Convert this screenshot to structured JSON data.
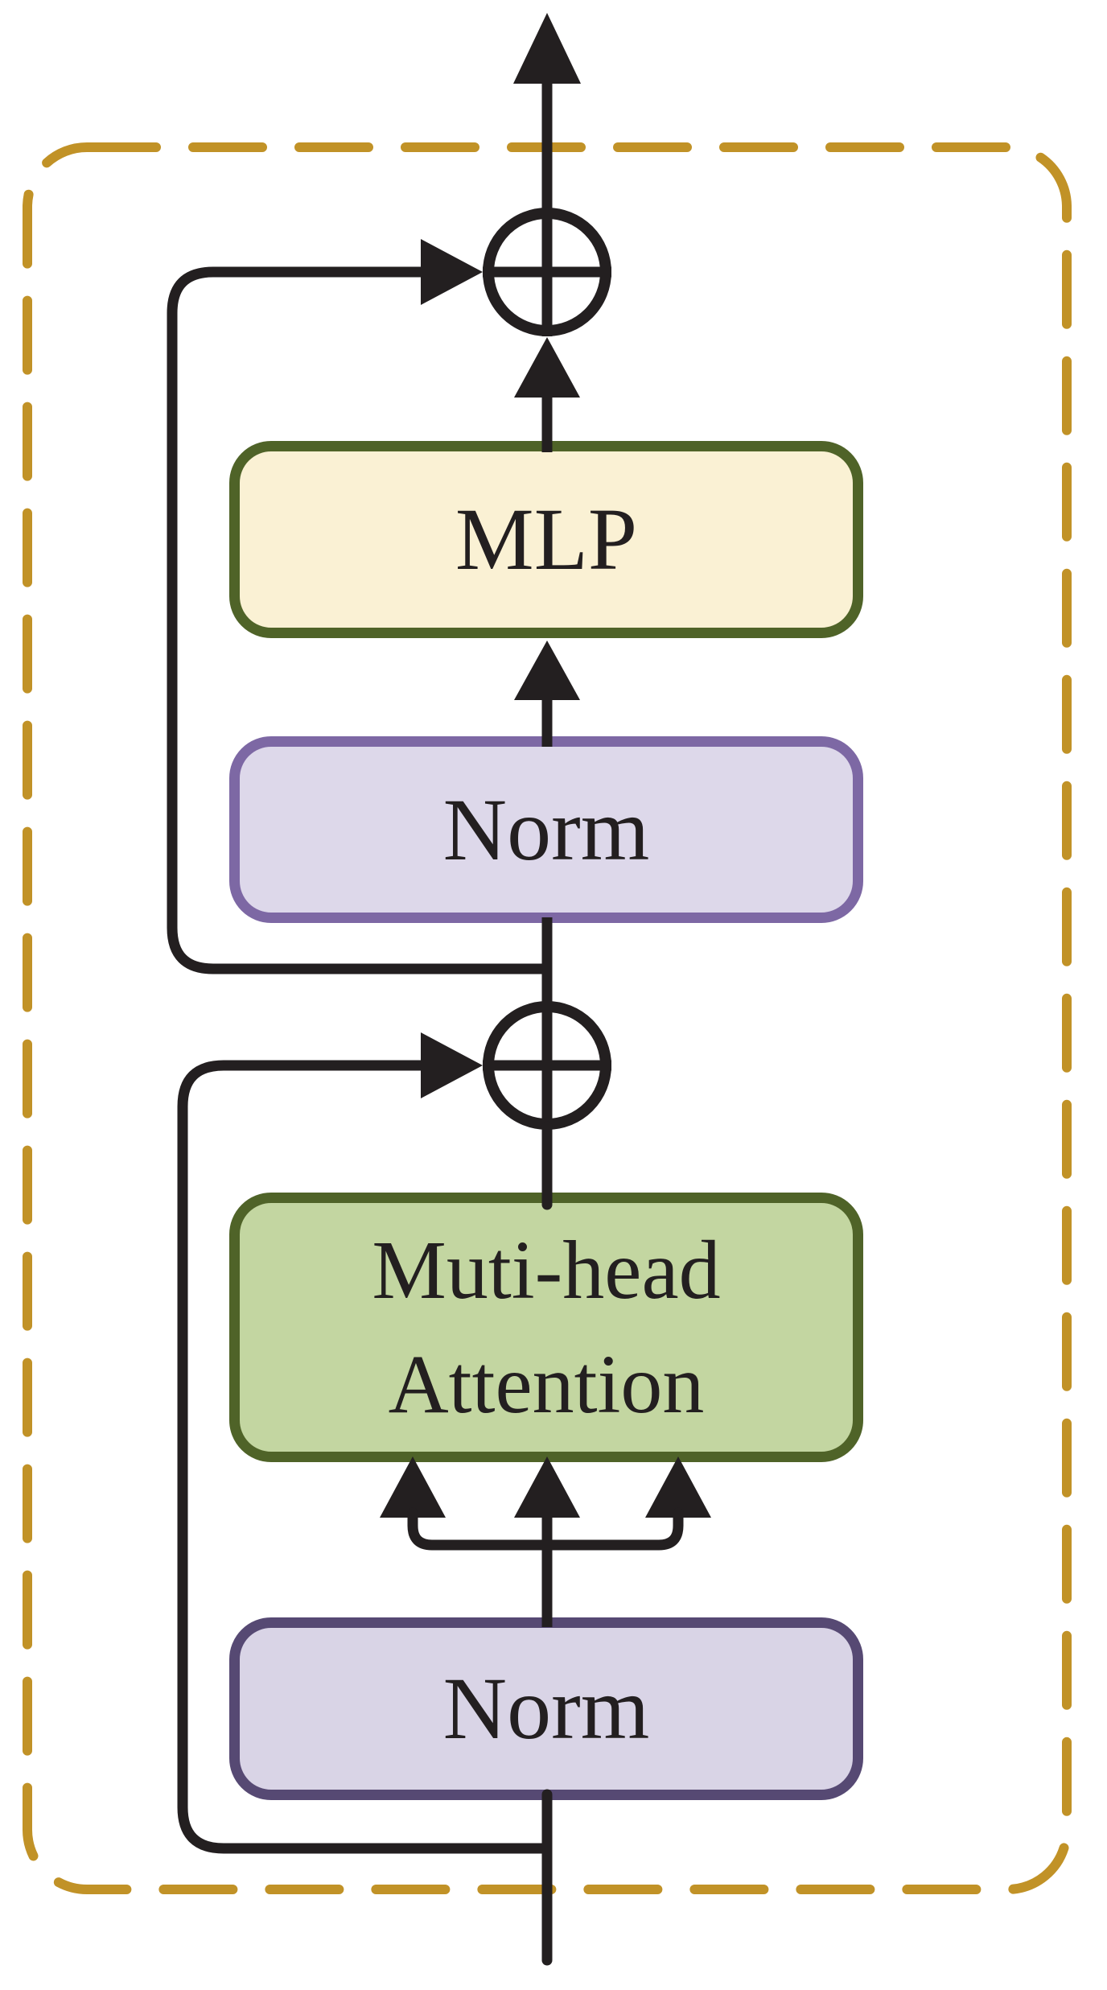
{
  "blocks": {
    "mlp": {
      "label": "MLP",
      "fill": "#FAF1D4",
      "border": "#4F6328"
    },
    "norm_top": {
      "label": "Norm",
      "fill": "#DDD8EA",
      "border": "#7D68A4"
    },
    "attention": {
      "label_line1": "Muti-head",
      "label_line2": "Attention",
      "fill": "#C3D6A1",
      "border": "#4F6328"
    },
    "norm_bottom": {
      "label": "Norm",
      "fill": "#D9D4E6",
      "border": "#564973"
    }
  },
  "nodes": {
    "add_top": {
      "icon": "circle-plus-icon",
      "glyph": "⊕"
    },
    "add_bottom": {
      "icon": "circle-plus-icon",
      "glyph": "⊕"
    }
  },
  "colors": {
    "line": "#231F20",
    "dashed_border": "#C19227",
    "text": "#231F20"
  }
}
